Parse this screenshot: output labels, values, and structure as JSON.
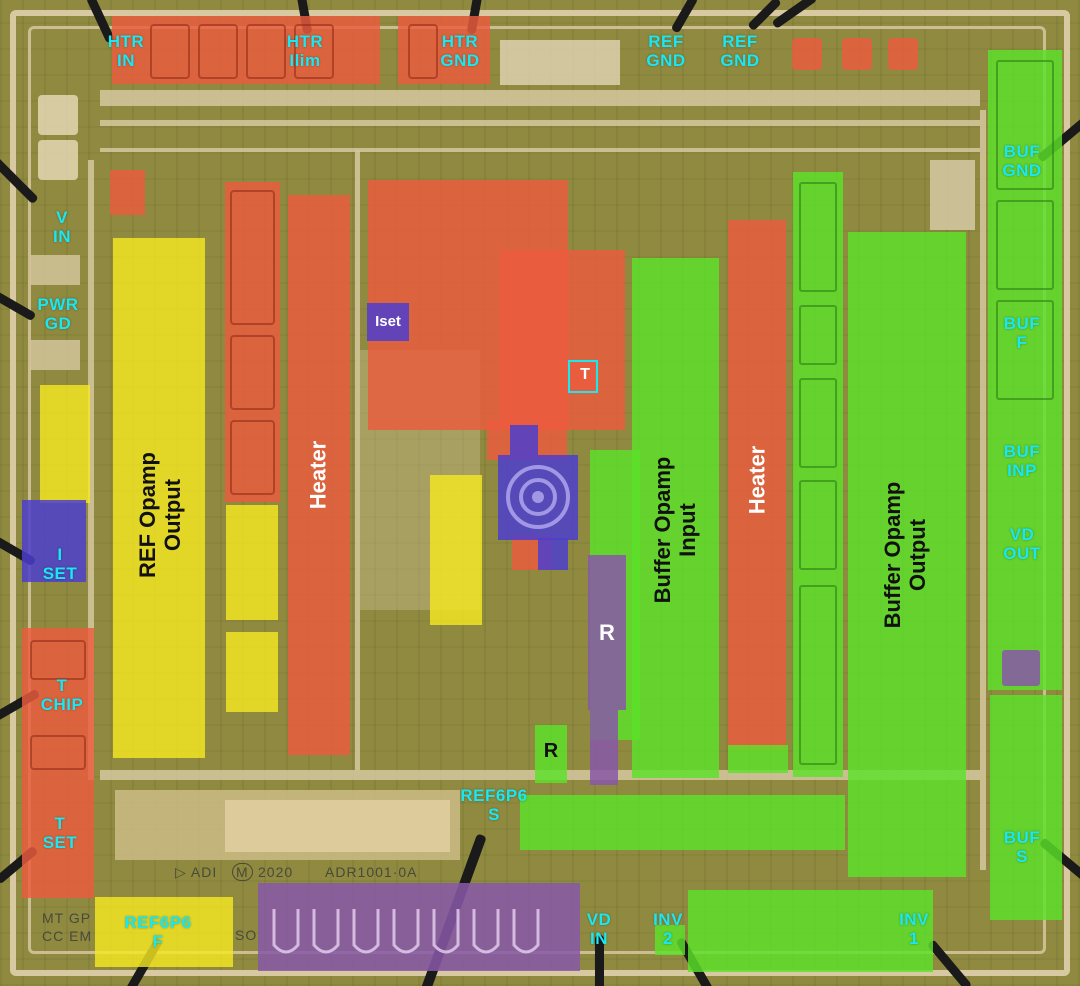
{
  "pins": {
    "htr_in": "HTR\nIN",
    "htr_ilim": "HTR\nIlim",
    "htr_gnd": "HTR\nGND",
    "ref_gnd_1": "REF\nGND",
    "ref_gnd_2": "REF\nGND",
    "v_in": "V\nIN",
    "pwr_gd": "PWR\nGD",
    "i_set": "I\nSET",
    "t_chip": "T\nCHIP",
    "t_set": "T\nSET",
    "ref6p6_f": "REF6P6\nF",
    "ref6p6_s": "REF6P6\nS",
    "vd_in": "VD\nIN",
    "inv_2": "INV\n2",
    "inv_1": "INV\n1",
    "buf_gnd": "BUF\nGND",
    "buf_f": "BUF\nF",
    "buf_inp": "BUF\nINP",
    "vd_out": "VD\nOUT",
    "buf_s": "BUF\nS"
  },
  "blocks": {
    "ref_opamp_output": "REF Opamp\nOutput",
    "heater_left": "Heater",
    "heater_right": "Heater",
    "buffer_opamp_input": "Buffer Opamp\nInput",
    "buffer_opamp_output": "Buffer Opamp\nOutput",
    "iset": "Iset",
    "t_sensor": "T",
    "r_purple": "R",
    "r_green": "R"
  },
  "die_markings": {
    "vendor_line": "ADI",
    "logo": "M",
    "year": "2020",
    "part": "ADR1001·0A",
    "corner_1": "MT GP",
    "corner_2": "CC EM",
    "so": "SO"
  },
  "colors": {
    "heater_red": "#EB5C3E",
    "ref_yellow": "#F6E822",
    "buffer_green": "#5CE22A",
    "iset_blue": "#4C3ECE",
    "resistor_purple": "#8858A8",
    "pin_label_cyan": "#19E8F2"
  }
}
